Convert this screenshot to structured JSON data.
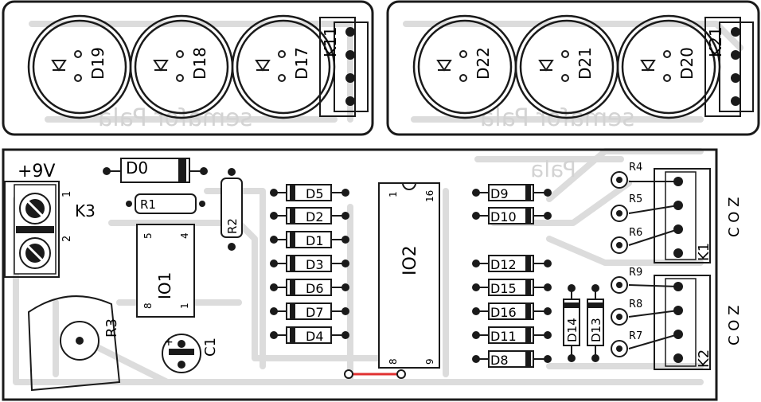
{
  "boards": {
    "left_display": {
      "leds": [
        "D19",
        "D18",
        "D17"
      ],
      "connector": "K11",
      "mirror_text": "semafor Pala"
    },
    "right_display": {
      "leds": [
        "D22",
        "D21",
        "D20"
      ],
      "connector": "K21",
      "mirror_text": "semafor Pala"
    },
    "main": {
      "power_label": "+9V",
      "power_connector": "K3",
      "power_pins": [
        "1",
        "2"
      ],
      "mirror_text": "Pala",
      "side_text_top": "C O Z",
      "side_text_bottom": "C O Z",
      "D0": "D0",
      "R1": "R1",
      "R2": "R2",
      "R3": "R3",
      "C1": "C1",
      "IO1": {
        "name": "IO1",
        "pin5": "5",
        "pin4": "4",
        "pin8": "8",
        "pin1": "1"
      },
      "IO2": {
        "name": "IO2",
        "pin1": "1",
        "pin16": "16",
        "pin8": "8",
        "pin9": "9"
      },
      "left_diodes": [
        "D5",
        "D2",
        "D1",
        "D3",
        "D6",
        "D7",
        "D4"
      ],
      "right_diodes": [
        "D9",
        "D10",
        "D12",
        "D15",
        "D16",
        "D11",
        "D8"
      ],
      "vertical_diodes": [
        "D14",
        "D13"
      ],
      "top_resistors": [
        "R4",
        "R5",
        "R6"
      ],
      "bottom_resistors": [
        "R9",
        "R8",
        "R7"
      ],
      "K1": "K1",
      "K2": "K2",
      "c1_plus": "+"
    }
  },
  "colors": {
    "outline": "#1a1a1a",
    "ghost_trace": "#dcdcdc",
    "jumper": "#e03030",
    "background": "#ffffff"
  }
}
